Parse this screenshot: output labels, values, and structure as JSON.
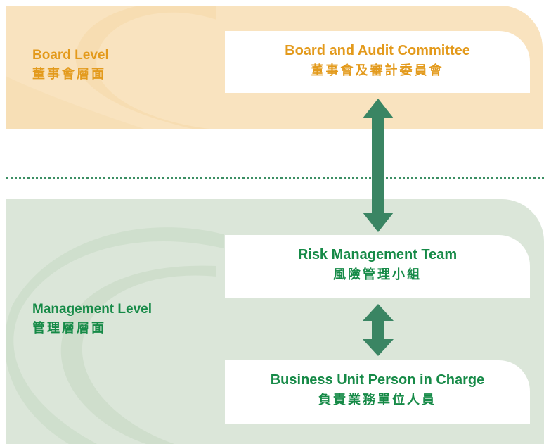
{
  "colors": {
    "board_band": "#f9e3bf",
    "management_band": "#dbe6d9",
    "board_text": "#e39a1c",
    "management_text": "#168a47",
    "arrow": "#3a8563",
    "divider": "#3c8f64"
  },
  "board_level": {
    "label_en": "Board Level",
    "label_zh": "董事會層面",
    "box": {
      "title_en": "Board and Audit Committee",
      "title_zh": "董事會及審計委員會"
    }
  },
  "management_level": {
    "label_en": "Management Level",
    "label_zh": "管理層層面",
    "risk_team": {
      "title_en": "Risk Management Team",
      "title_zh": "風險管理小組"
    },
    "business_unit": {
      "title_en": "Business Unit Person in Charge",
      "title_zh": "負責業務單位人員"
    }
  },
  "connectors": [
    {
      "from": "Board and Audit Committee",
      "to": "Risk Management Team",
      "style": "double-headed-arrow"
    },
    {
      "from": "Risk Management Team",
      "to": "Business Unit Person in Charge",
      "style": "double-headed-arrow"
    }
  ]
}
